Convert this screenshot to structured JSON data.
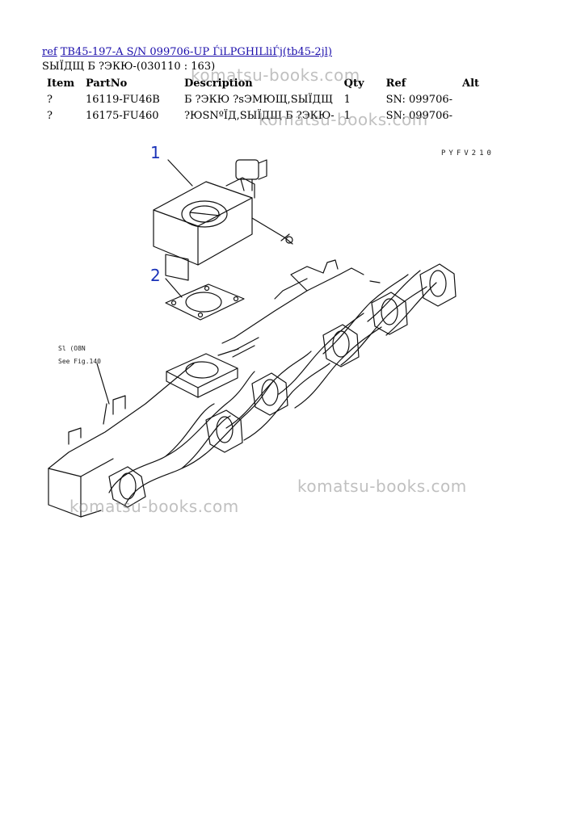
{
  "header": {
    "ref_link": "ref",
    "title_link": "TB45-197-A S/N 099706-UP ЃiLPGHILliЃj(tb45-2jl)"
  },
  "subtitle": "SЫЇДЩ Б ?ЭКЮ-(030110 : 163)",
  "table": {
    "columns": [
      "Item",
      "PartNo",
      "Description",
      "Qty",
      "Ref",
      "Alt"
    ],
    "rows": [
      {
        "item": "?",
        "partno": "16119-FU46B",
        "description": "Б ?ЭКЮ ?sЭМЮЩ,SЫЇДЩ",
        "qty": "1",
        "ref": "SN: 099706-",
        "alt": ""
      },
      {
        "item": "?",
        "partno": "16175-FU460",
        "description": "?ЮSNºЇД,SЫЇДЩ Б ?ЭКЮ-",
        "qty": "1",
        "ref": "SN: 099706-",
        "alt": ""
      }
    ]
  },
  "drawing": {
    "code": "PYFV210",
    "callout_1": "1",
    "callout_2": "2",
    "note_line1": "Ѕl (O8N",
    "note_line2": "See Fig.140"
  },
  "watermarks": [
    "komatsu-books.com",
    "komatsu-books.com",
    "komatsu-books.com",
    "komatsu-books.com"
  ],
  "colors": {
    "link": "#1a0dab",
    "callout": "#1a32b8",
    "watermark": "#8c8c8c"
  }
}
